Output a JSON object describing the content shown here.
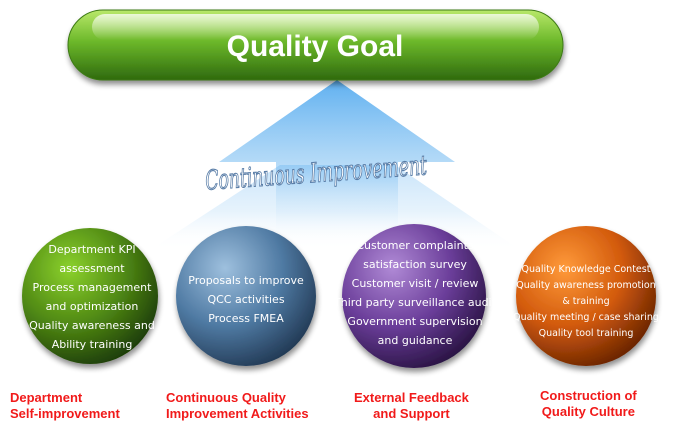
{
  "header": {
    "title": "Quality Goal"
  },
  "arrow": {
    "label": "Continuous Improvement"
  },
  "pillars": [
    {
      "lines": [
        "Department KPI",
        "assessment",
        "Process management",
        "and optimization",
        "Quality awareness and",
        "Ability training"
      ],
      "caption": [
        "Department",
        "Self-improvement"
      ],
      "color": "#5b8e1a"
    },
    {
      "lines": [
        "Proposals to improve",
        "QCC activities",
        "Process FMEA"
      ],
      "caption": [
        "Continuous  Quality",
        "Improvement  Activities"
      ],
      "color": "#4a6e92"
    },
    {
      "lines": [
        "Customer complaints",
        "satisfaction survey",
        "Customer visit / review",
        "Third party surveillance audit",
        "Government supervision",
        "and guidance"
      ],
      "caption": [
        "External Feedback",
        "and Support"
      ],
      "color": "#6a3d8e"
    },
    {
      "lines": [
        "Quality Knowledge Contest",
        "Quality awareness promotion",
        "& training",
        "Quality meeting / case sharing",
        "Quality tool training"
      ],
      "caption": [
        "Construction of",
        "Quality Culture"
      ],
      "color": "#c75010"
    }
  ],
  "colors": {
    "title_green": "#5da61b",
    "arrow_blue": "#6bb8f0",
    "caption_red": "#f11a1a"
  }
}
